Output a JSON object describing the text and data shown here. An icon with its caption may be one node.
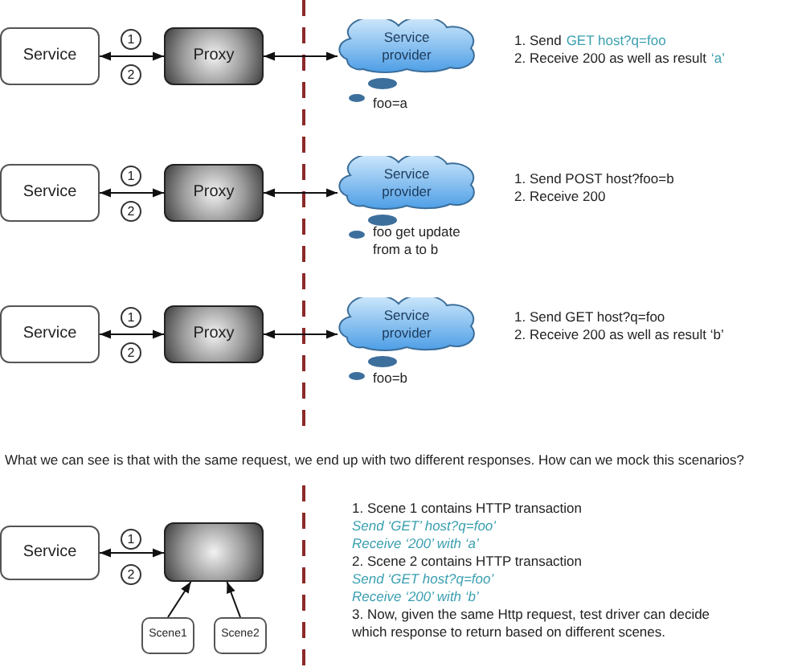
{
  "diagram": {
    "nodes": [
      {
        "text": [
          "Service"
        ]
      },
      {
        "text": [
          "Proxy"
        ]
      },
      {
        "text": [
          "Service provider"
        ],
        "beside": [
          "foo=a"
        ]
      },
      {
        "text": [
          "Service"
        ]
      },
      {
        "text": [
          "Proxy"
        ]
      },
      {
        "text": [
          "Service provider"
        ],
        "beside": [
          "foo get update from a to b"
        ]
      },
      {
        "text": [
          "Service"
        ]
      },
      {
        "text": [
          "Proxy"
        ]
      },
      {
        "text": [
          "Service provider"
        ],
        "beside": [
          "foo=b"
        ]
      },
      {
        "text": [
          "Service"
        ]
      },
      {
        "text": [],
        "shape": "box"
      },
      {
        "text": [
          "Scene1"
        ]
      },
      {
        "text": [
          "Scene2"
        ]
      }
    ],
    "edges": [
      {
        "from": 0,
        "to": 1,
        "arrow": "both"
      },
      {
        "from": 1,
        "to": 2,
        "arrow": "both"
      },
      {
        "from": 3,
        "to": 4,
        "arrow": "both"
      },
      {
        "from": 4,
        "to": 5,
        "arrow": "both"
      },
      {
        "from": 6,
        "to": 7,
        "arrow": "both"
      },
      {
        "from": 7,
        "to": 8,
        "arrow": "both"
      },
      {
        "from": 9,
        "to": 10,
        "arrow": "both"
      },
      {
        "from": 11,
        "to": 10,
        "arrow": "to"
      },
      {
        "from": 12,
        "to": 10,
        "arrow": "to"
      }
    ],
    "labels": [
      "1",
      "2",
      "1. Send",
      "GET host?q=foo",
      "2. Receive 200 as well as result",
      "‘a’",
      "1",
      "2",
      "1. Send POST host?foo=b",
      "2. Receive 200",
      "1",
      "2",
      "1. Send GET host?q=foo",
      "2. Receive 200 as well as result ‘b’",
      "What we can see is that with the same request, we end up with two different responses. How can we mock this scenarios?",
      "1",
      "2",
      "1. Scene 1 contains HTTP transaction",
      "Send ‘GET’ host?q=foo’",
      "Receive ‘200’ with ‘a’",
      "2. Scene 2 contains HTTP transaction",
      "Send ‘GET host?q=foo’",
      "Receive ‘200’ with ‘b’",
      "3. Now, given the same Http request, test driver can decide which response to return based on different scenes."
    ]
  }
}
